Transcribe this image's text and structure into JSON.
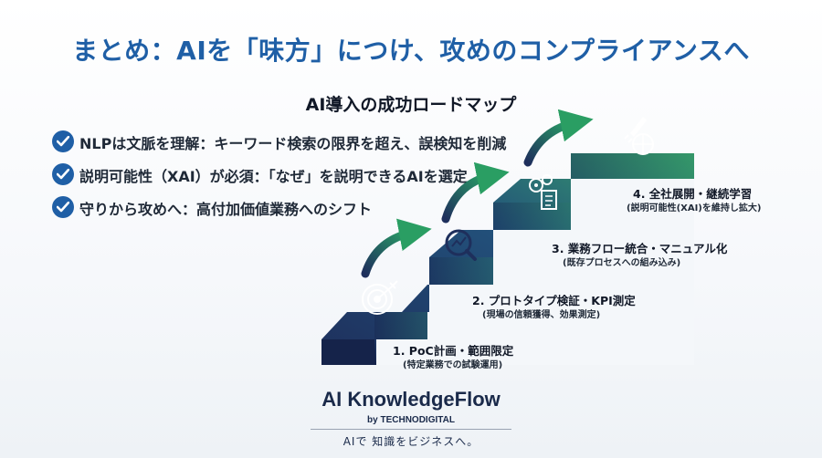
{
  "slide": {
    "title": "まとめ：AIを「味方」につけ、攻めのコンプライアンスへ",
    "roadmap_title": "AI導入の成功ロードマップ",
    "bullets": [
      "NLPは文脈を理解：キーワード検索の限界を超え、誤検知を削減",
      "説明可能性（XAI）が必須：「なぜ」を説明できるAIを選定",
      "守りから攻めへ：高付加価値業務へのシフト"
    ],
    "stages": [
      {
        "label": "1. PoC計画・範囲限定",
        "sub": "(特定業務での試験運用)",
        "icon": "target-icon"
      },
      {
        "label": "2. プロトタイプ検証・KPI測定",
        "sub": "(現場の信頼獲得、効果測定)",
        "icon": "magnifier-chart-icon"
      },
      {
        "label": "3. 業務フロー統合・マニュアル化",
        "sub": "(既存プロセスへの組み込み)",
        "icon": "gears-document-icon"
      },
      {
        "label": "4. 全社展開・継続学習",
        "sub": "(説明可能性(XAI)を維持し拡大)",
        "icon": "rocket-globe-icon"
      }
    ],
    "brand": {
      "name": "AI KnowledgeFlow",
      "byline": "by TECHNODIGITAL",
      "tagline": "AIで 知識をビジネスへ。"
    },
    "colors": {
      "title": "#1f5fa6",
      "stair_dark": "#1e2f5c",
      "stair_light": "#3aa86b",
      "arrow": "#1e8f5a"
    }
  }
}
